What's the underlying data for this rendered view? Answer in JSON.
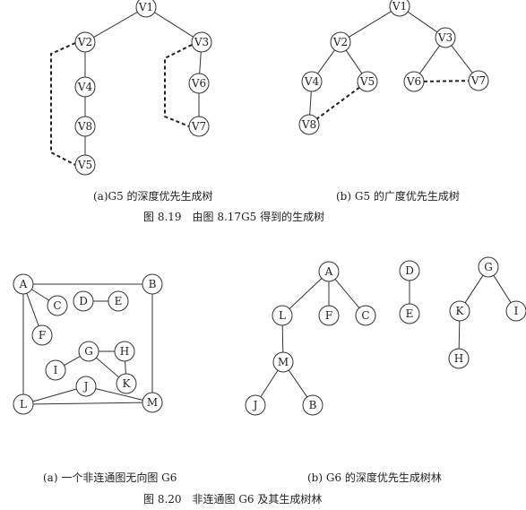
{
  "captions": {
    "g5_dfs": "(a)G5 的深度优先生成树",
    "g5_bfs": "(b) G5 的广度优先生成树",
    "fig_819": "图 8.19　由图 8.17G5 得到的生成树",
    "g6_graph": "(a)  一个非连通图无向图 G6",
    "g6_dfs": "(b) G6 的深度优先生成树林",
    "fig_820": "图 8.20　非连通图 G6 及其生成树林"
  },
  "diagrams": {
    "g5_dfs": {
      "nodes": [
        "V1",
        "V2",
        "V3",
        "V4",
        "V8",
        "V5",
        "V6",
        "V7"
      ],
      "tree_edges": [
        [
          "V1",
          "V2"
        ],
        [
          "V1",
          "V3"
        ],
        [
          "V2",
          "V4"
        ],
        [
          "V4",
          "V8"
        ],
        [
          "V8",
          "V5"
        ],
        [
          "V3",
          "V6"
        ],
        [
          "V6",
          "V7"
        ]
      ],
      "back_edges": [
        [
          "V2",
          "V5"
        ],
        [
          "V3",
          "V7"
        ]
      ]
    },
    "g5_bfs": {
      "nodes": [
        "V1",
        "V2",
        "V3",
        "V4",
        "V5",
        "V6",
        "V7",
        "V8"
      ],
      "tree_edges": [
        [
          "V1",
          "V2"
        ],
        [
          "V1",
          "V3"
        ],
        [
          "V2",
          "V4"
        ],
        [
          "V2",
          "V5"
        ],
        [
          "V4",
          "V8"
        ],
        [
          "V3",
          "V6"
        ],
        [
          "V3",
          "V7"
        ]
      ],
      "back_edges": [
        [
          "V5",
          "V8"
        ],
        [
          "V6",
          "V7"
        ]
      ]
    },
    "g6_graph": {
      "nodes": [
        "A",
        "B",
        "C",
        "D",
        "E",
        "F",
        "G",
        "H",
        "I",
        "J",
        "K",
        "L",
        "M"
      ],
      "edges": [
        [
          "A",
          "B"
        ],
        [
          "A",
          "C"
        ],
        [
          "A",
          "F"
        ],
        [
          "A",
          "L"
        ],
        [
          "B",
          "M"
        ],
        [
          "D",
          "E"
        ],
        [
          "G",
          "H"
        ],
        [
          "G",
          "I"
        ],
        [
          "G",
          "K"
        ],
        [
          "H",
          "K"
        ],
        [
          "L",
          "J"
        ],
        [
          "L",
          "M"
        ],
        [
          "J",
          "M"
        ]
      ]
    },
    "g6_dfs": {
      "nodes": [
        "A",
        "L",
        "F",
        "C",
        "M",
        "J",
        "B",
        "D",
        "E",
        "G",
        "K",
        "I",
        "H"
      ],
      "edges": [
        [
          "A",
          "L"
        ],
        [
          "A",
          "F"
        ],
        [
          "A",
          "C"
        ],
        [
          "L",
          "M"
        ],
        [
          "M",
          "J"
        ],
        [
          "M",
          "B"
        ],
        [
          "D",
          "E"
        ],
        [
          "G",
          "K"
        ],
        [
          "G",
          "I"
        ],
        [
          "K",
          "H"
        ]
      ]
    }
  }
}
